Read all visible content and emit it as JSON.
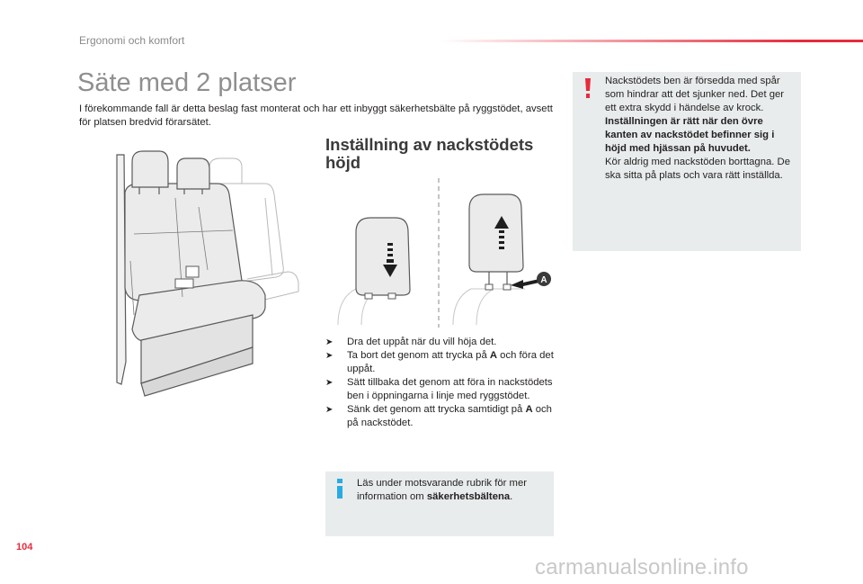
{
  "header": {
    "section": "Ergonomi och komfort"
  },
  "page": {
    "title": "Säte med 2 platser",
    "intro": "I förekommande fall är detta beslag fast monterat och har ett inbyggt säkerhetsbälte på ryggstödet, avsett för platsen bredvid förarsätet.",
    "number": "104"
  },
  "section": {
    "heading_line1": "Inställning av nackstödets",
    "heading_line2": "höjd"
  },
  "figure": {
    "label_a": "A"
  },
  "steps": [
    {
      "pre": "Dra det uppåt när du vill höja det.",
      "bold": "",
      "post": ""
    },
    {
      "pre": "Ta bort det genom att trycka på ",
      "bold": "A",
      "post": " och föra det uppåt."
    },
    {
      "pre": "Sätt tillbaka det genom att föra in nackstödets ben i öppningarna i linje med ryggstödet.",
      "bold": "",
      "post": ""
    },
    {
      "pre": "Sänk det genom att trycka samtidigt på ",
      "bold": "A",
      "post": " och på nackstödet."
    }
  ],
  "info": {
    "pre": "Läs under motsvarande rubrik för mer information om ",
    "bold": "säkerhetsbältena",
    "post": "."
  },
  "warning": {
    "text1": "Nackstödets ben är försedda med spår som hindrar att det sjunker ned. Det ger ett extra skydd i händelse av krock.",
    "bold": "Inställningen är rätt när den övre kanten av nackstödet befinner sig i höjd med hjässan på huvudet.",
    "text2": "Kör aldrig med nackstöden borttagna. De ska sitta på plats och vara rätt inställda."
  },
  "watermark": "carmanualsonline.info",
  "colors": {
    "accent": "#e62b3c",
    "info_blue": "#29abe2",
    "box_bg": "#e8ecec"
  }
}
